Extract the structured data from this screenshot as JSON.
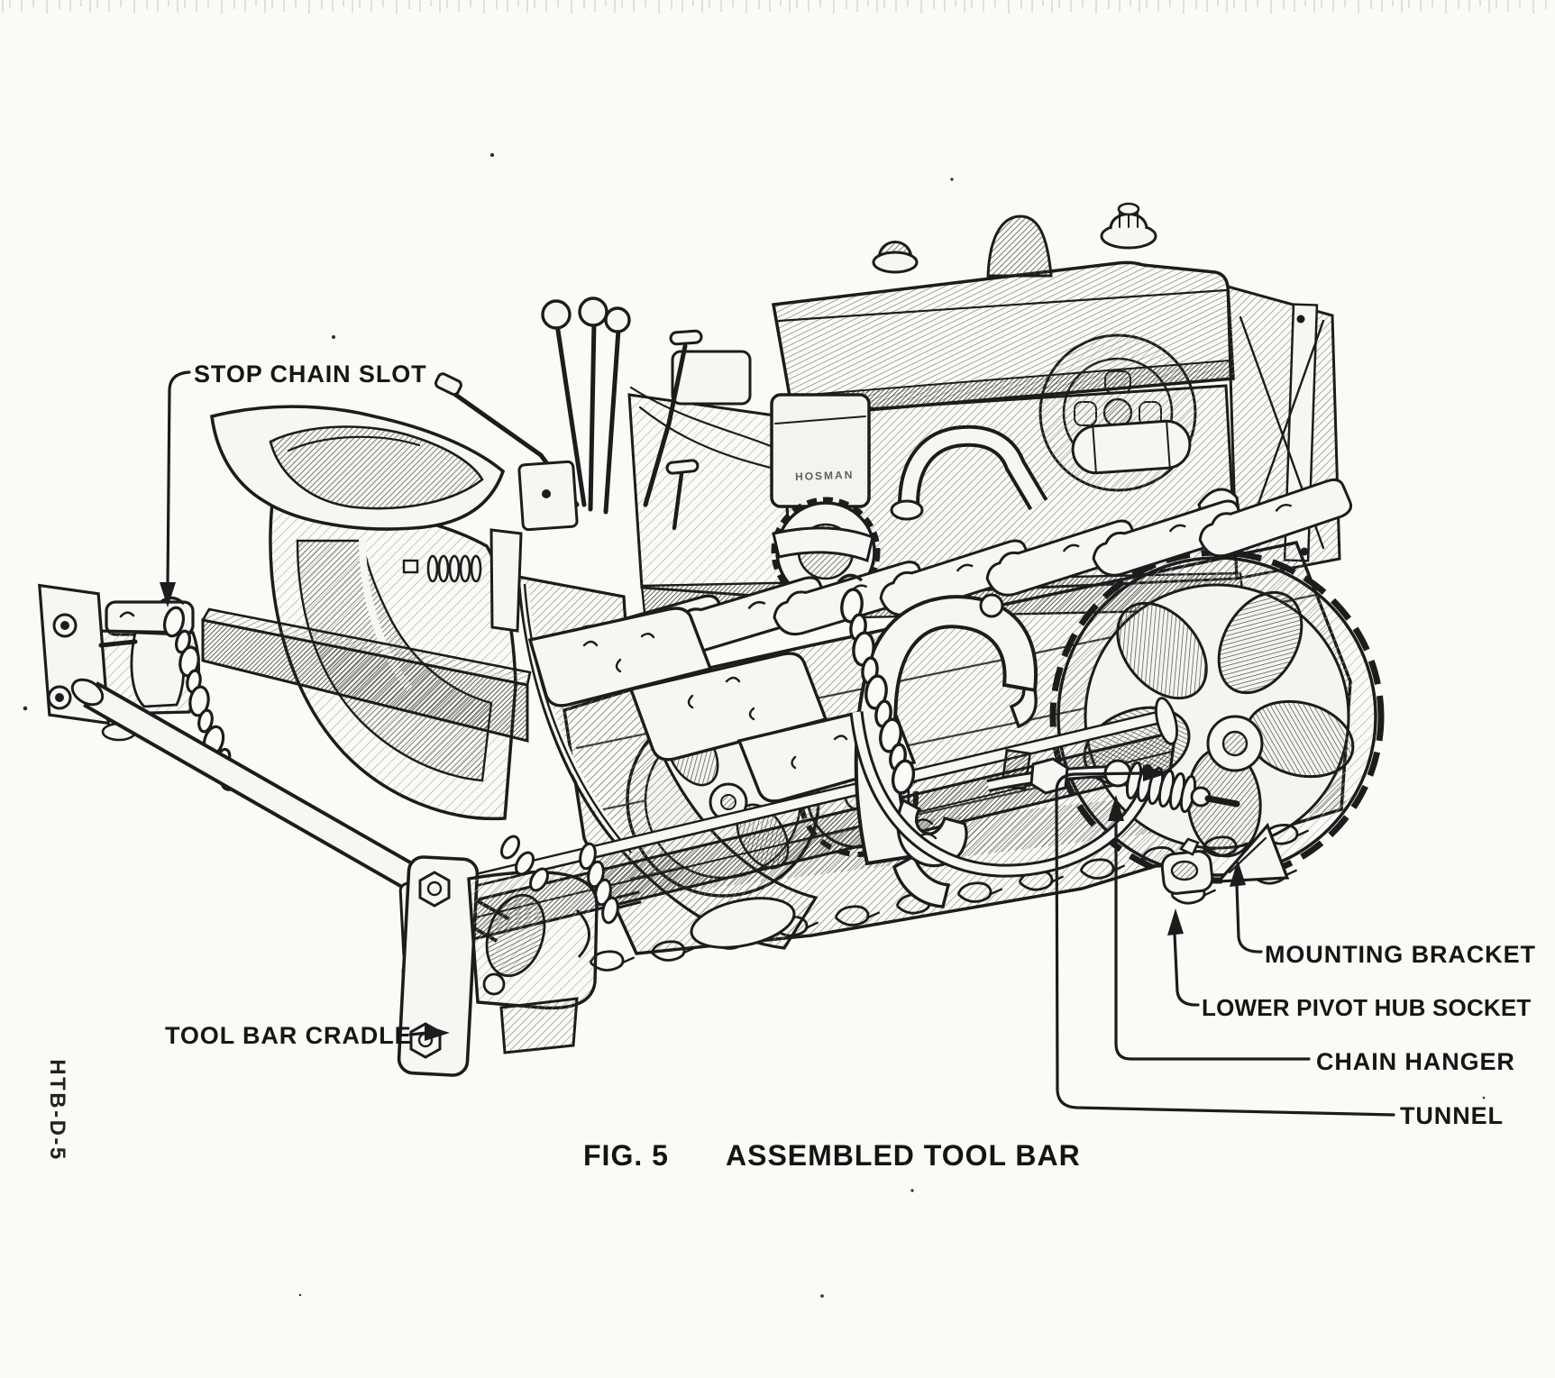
{
  "figure": {
    "caption_fig": "FIG. 5",
    "caption_title": "ASSEMBLED TOOL BAR",
    "drawing_code": "HTB-D-5",
    "engine_marking": "HOSMAN"
  },
  "labels": [
    {
      "id": "stop-chain-slot",
      "text": "STOP CHAIN SLOT"
    },
    {
      "id": "tool-bar-cradle",
      "text": "TOOL BAR CRADLE"
    },
    {
      "id": "mounting-bracket",
      "text": "MOUNTING BRACKET"
    },
    {
      "id": "lower-pivot-hub-socket",
      "text": "LOWER PIVOT HUB SOCKET"
    },
    {
      "id": "chain-hanger",
      "text": "CHAIN HANGER"
    },
    {
      "id": "tunnel",
      "text": "TUNNEL"
    }
  ],
  "colors": {
    "paper": "#fbfaf6",
    "ink": "#1c1c1c"
  }
}
